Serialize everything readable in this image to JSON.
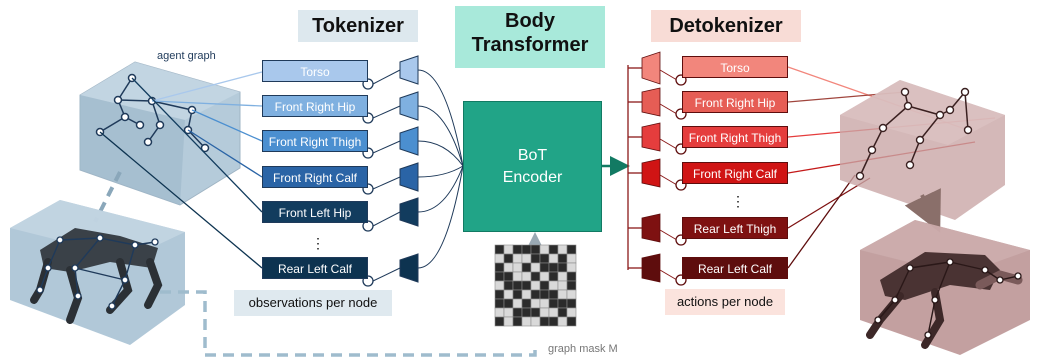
{
  "titles": {
    "tokenizer": "Tokenizer",
    "body_transformer_line1": "Body",
    "body_transformer_line2": "Transformer",
    "detokenizer": "Detokenizer"
  },
  "encoder": {
    "line1": "BoT",
    "line2": "Encoder"
  },
  "labels": {
    "agent_graph": "agent graph",
    "observations": "observations per node",
    "actions": "actions per node",
    "graph_mask": "graph mask M",
    "ellipsis": "⋮"
  },
  "tokenizer_nodes": [
    {
      "label": "Torso",
      "color": "#a9c8ec"
    },
    {
      "label": "Front Right Hip",
      "color": "#7fb0e0"
    },
    {
      "label": "Front Right Thigh",
      "color": "#4b8fd0"
    },
    {
      "label": "Front Right Calf",
      "color": "#2a64a6"
    },
    {
      "label": "Front Left Hip",
      "color": "#123c5e"
    },
    {
      "label": "Rear Left Calf",
      "color": "#0d3350"
    }
  ],
  "detokenizer_nodes": [
    {
      "label": "Torso",
      "color": "#f2867c"
    },
    {
      "label": "Front Right Hip",
      "color": "#e65d55"
    },
    {
      "label": "Front Right Thigh",
      "color": "#e53d3d"
    },
    {
      "label": "Front Right Calf",
      "color": "#d01414"
    },
    {
      "label": "Rear Left Thigh",
      "color": "#7e1111"
    },
    {
      "label": "Rear Left Calf",
      "color": "#5e0d0d"
    }
  ],
  "colors": {
    "encoder": "#21a487",
    "tokenizer_line": "#1f3a5a",
    "detokenizer_line": "#8b1a1a",
    "agent_box": "#9fb9cc",
    "robot_red_box": "#b88f8f"
  }
}
